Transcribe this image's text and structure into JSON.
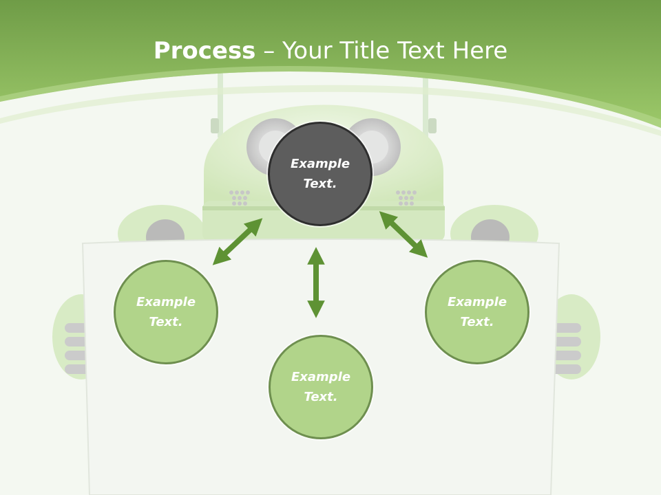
{
  "slide": {
    "title_bold": "Process",
    "title_rest": " – Your Title Text Here"
  },
  "nodes": {
    "center": {
      "line1": "Example",
      "line2": "Text."
    },
    "left": {
      "line1": "Example",
      "line2": "Text."
    },
    "bottom": {
      "line1": "Example",
      "line2": "Text."
    },
    "right": {
      "line1": "Example",
      "line2": "Text."
    }
  },
  "colors": {
    "header_green": "#8cc05d",
    "node_green": "#b1d48a",
    "node_border": "#6e8f4f",
    "center_fill": "#5d5d5d",
    "arrow_green": "#5e9234"
  }
}
